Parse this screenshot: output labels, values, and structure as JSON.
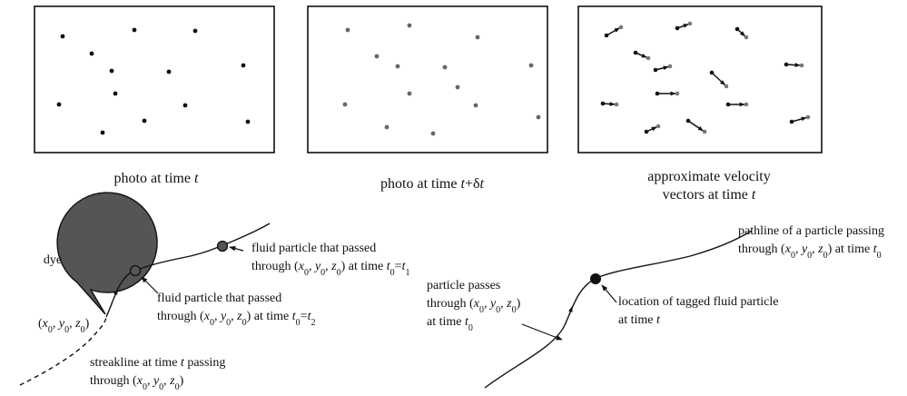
{
  "panels": [
    {
      "caption_lines": [
        "photo at time §t§"
      ]
    },
    {
      "caption_lines": [
        "photo at time §t§+δ§t§"
      ]
    },
    {
      "caption_lines": [
        "approximate velocity",
        "vectors at time §t§"
      ]
    }
  ],
  "streakline": {
    "dye_label": "dye",
    "origin_label": "(§x§~0~, §y§~0~, §z§~0~)",
    "particle_t2_lines": [
      "fluid particle that passed",
      "through (§x§~0~, §y§~0~, §z§~0~) at time §t§~0~=§t§~2~"
    ],
    "particle_t1_lines": [
      "fluid particle that passed",
      "through (§x§~0~, §y§~0~, §z§~0~) at time §t§~0~=§t§~1~"
    ],
    "caption_lines": [
      "streakline at time §t§ passing",
      "through (§x§~0~, §y§~0~, §z§~0~)"
    ]
  },
  "pathline": {
    "passes_lines": [
      "particle passes",
      "through (§x§~0~, §y§~0~, §z§~0~)",
      "at time §t§~0~"
    ],
    "tagged_lines": [
      "location of tagged fluid particle",
      "at time §t§"
    ],
    "caption_lines": [
      "pathline of a particle passing",
      "through (§x§~0~, §y§~0~, §z§~0~) at time §t§~0~"
    ]
  }
}
